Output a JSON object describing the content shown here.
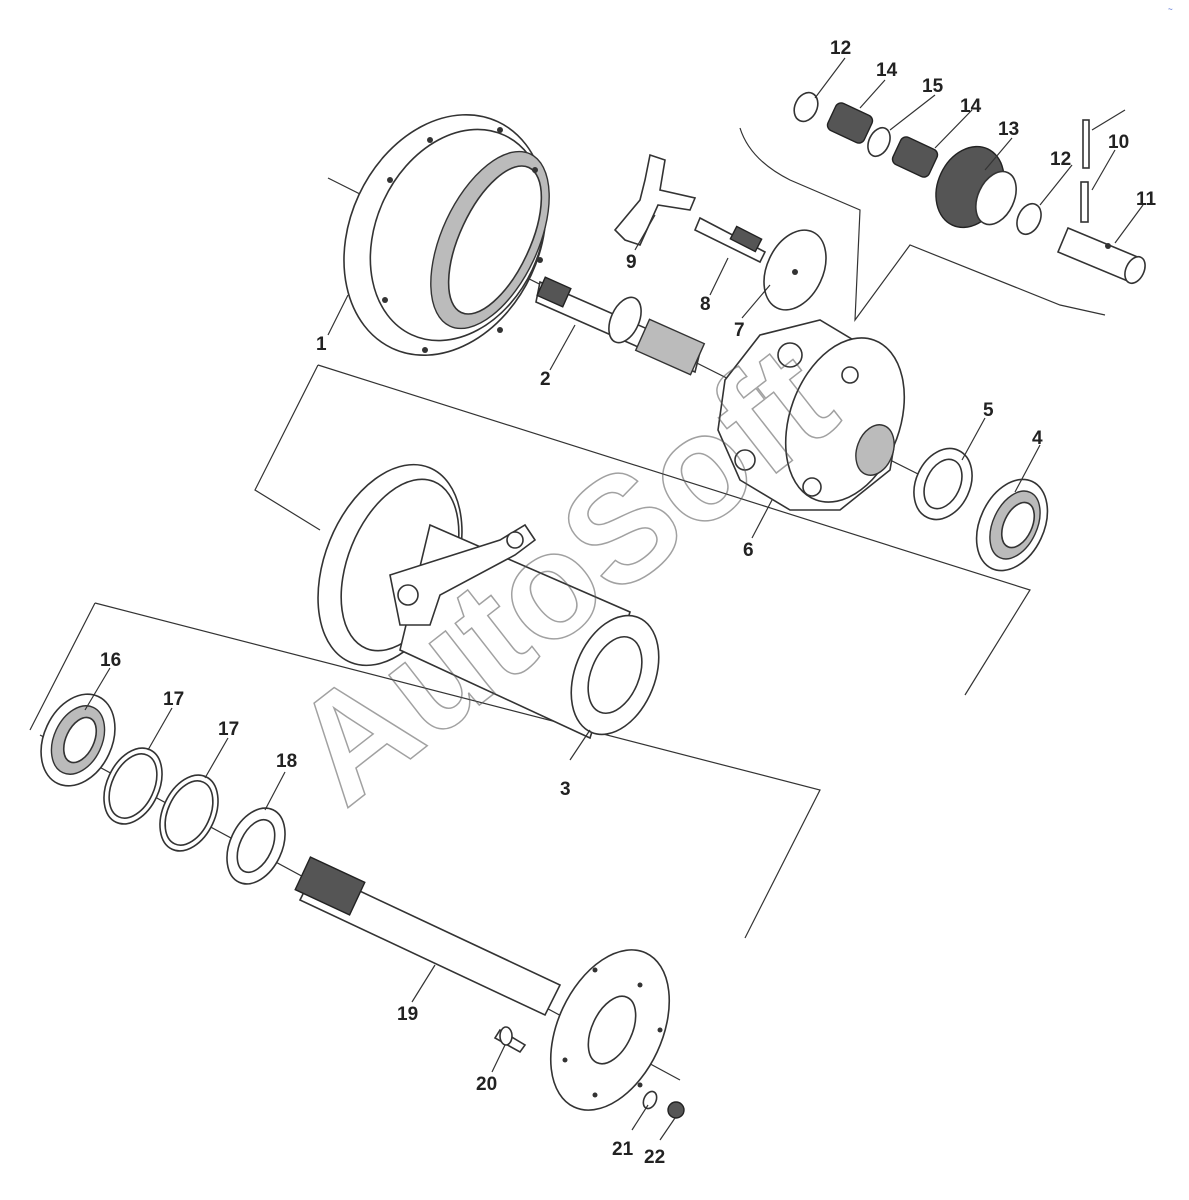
{
  "watermark": "AutoSoft",
  "callouts": [
    {
      "id": "1",
      "label": "1"
    },
    {
      "id": "2",
      "label": "2"
    },
    {
      "id": "3",
      "label": "3"
    },
    {
      "id": "4",
      "label": "4"
    },
    {
      "id": "5",
      "label": "5"
    },
    {
      "id": "6",
      "label": "6"
    },
    {
      "id": "7",
      "label": "7"
    },
    {
      "id": "8",
      "label": "8"
    },
    {
      "id": "9",
      "label": "9"
    },
    {
      "id": "10",
      "label": "10"
    },
    {
      "id": "11",
      "label": "11"
    },
    {
      "id": "12a",
      "label": "12"
    },
    {
      "id": "12b",
      "label": "12"
    },
    {
      "id": "13",
      "label": "13"
    },
    {
      "id": "14a",
      "label": "14"
    },
    {
      "id": "14b",
      "label": "14"
    },
    {
      "id": "15",
      "label": "15"
    },
    {
      "id": "16",
      "label": "16"
    },
    {
      "id": "17a",
      "label": "17"
    },
    {
      "id": "17b",
      "label": "17"
    },
    {
      "id": "18",
      "label": "18"
    },
    {
      "id": "19",
      "label": "19"
    },
    {
      "id": "20",
      "label": "20"
    },
    {
      "id": "21",
      "label": "21"
    },
    {
      "id": "22",
      "label": "22"
    }
  ]
}
